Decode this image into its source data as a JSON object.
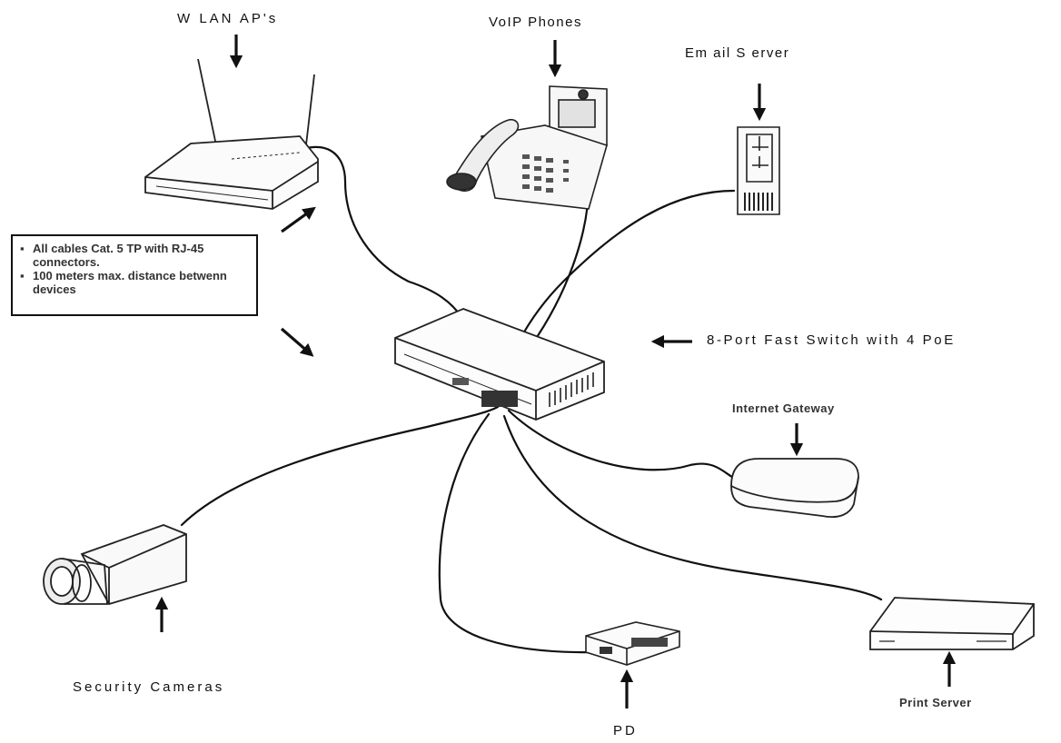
{
  "labels": {
    "wlan_aps": "W LAN AP's",
    "voip_phones": "VoIP Phones",
    "email_server": "Em ail S erver",
    "switch": "8-Port Fast Switch with 4 PoE",
    "internet_gateway": "Internet Gateway",
    "security_cameras": "Security Cameras",
    "pd": "PD",
    "print_server": "Print Server"
  },
  "notes": {
    "bullet": "▪",
    "line1": "All cables Cat. 5 TP with RJ-45 connectors.",
    "line2": "100 meters max. distance betwenn devices"
  }
}
